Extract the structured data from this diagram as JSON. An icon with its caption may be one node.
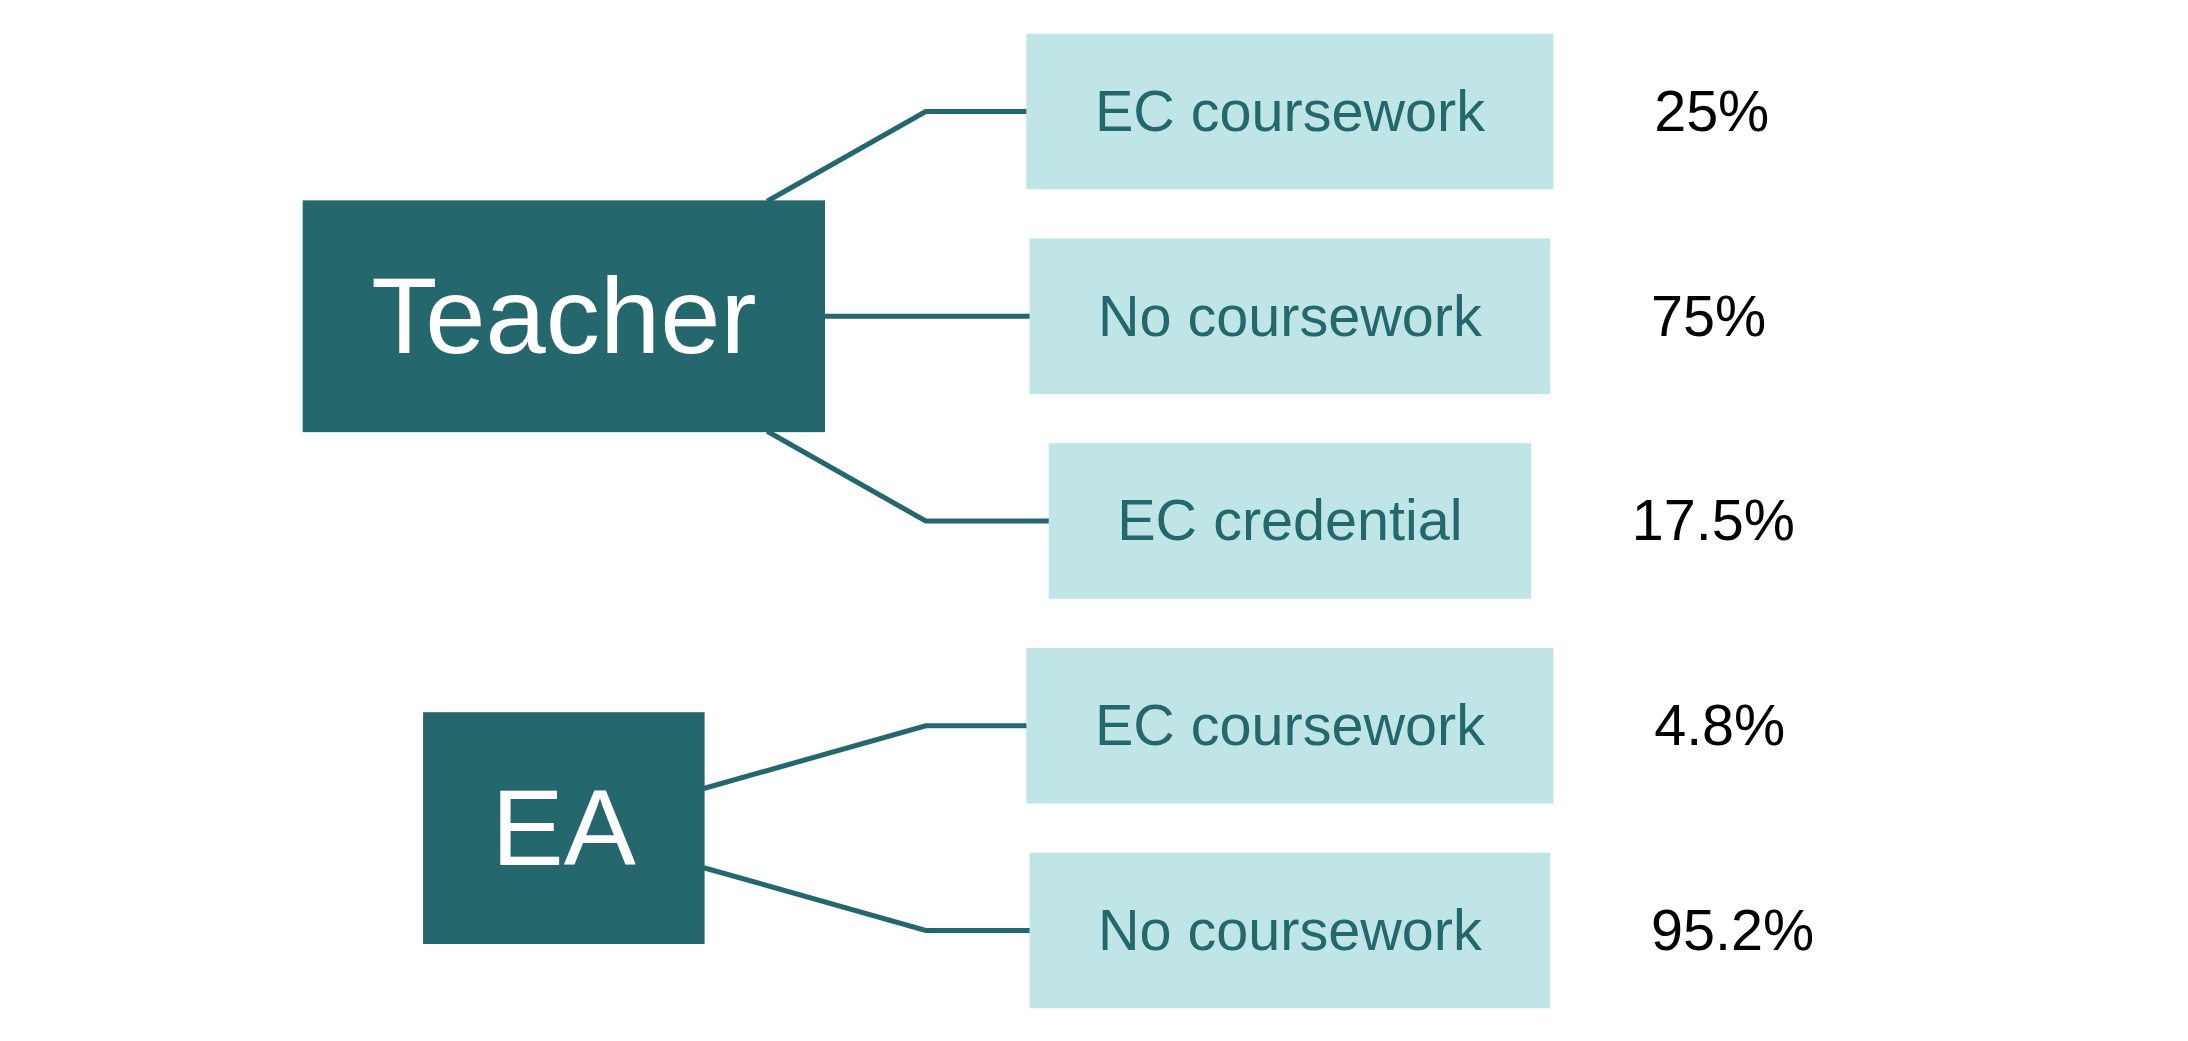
{
  "diagram": {
    "nodes": [
      {
        "text": [
          "Teacher"
        ]
      },
      {
        "text": [
          "EC coursework"
        ],
        "beside": [
          "25%"
        ]
      },
      {
        "text": [
          "No coursework"
        ],
        "beside": [
          "75%"
        ]
      },
      {
        "text": [
          "EC credential"
        ],
        "beside": [
          "17.5%"
        ]
      },
      {
        "text": [
          "EA"
        ]
      },
      {
        "text": [
          "EC coursework"
        ],
        "beside": [
          "4.8%"
        ]
      },
      {
        "text": [
          "No coursework"
        ],
        "beside": [
          "95.2%"
        ]
      }
    ],
    "edges": [
      {
        "from": 0,
        "to": 1,
        "arrow": "none"
      },
      {
        "from": 0,
        "to": 2,
        "arrow": "none"
      },
      {
        "from": 0,
        "to": 3,
        "arrow": "none"
      },
      {
        "from": 4,
        "to": 5,
        "arrow": "none"
      },
      {
        "from": 4,
        "to": 6,
        "arrow": "none"
      }
    ]
  }
}
